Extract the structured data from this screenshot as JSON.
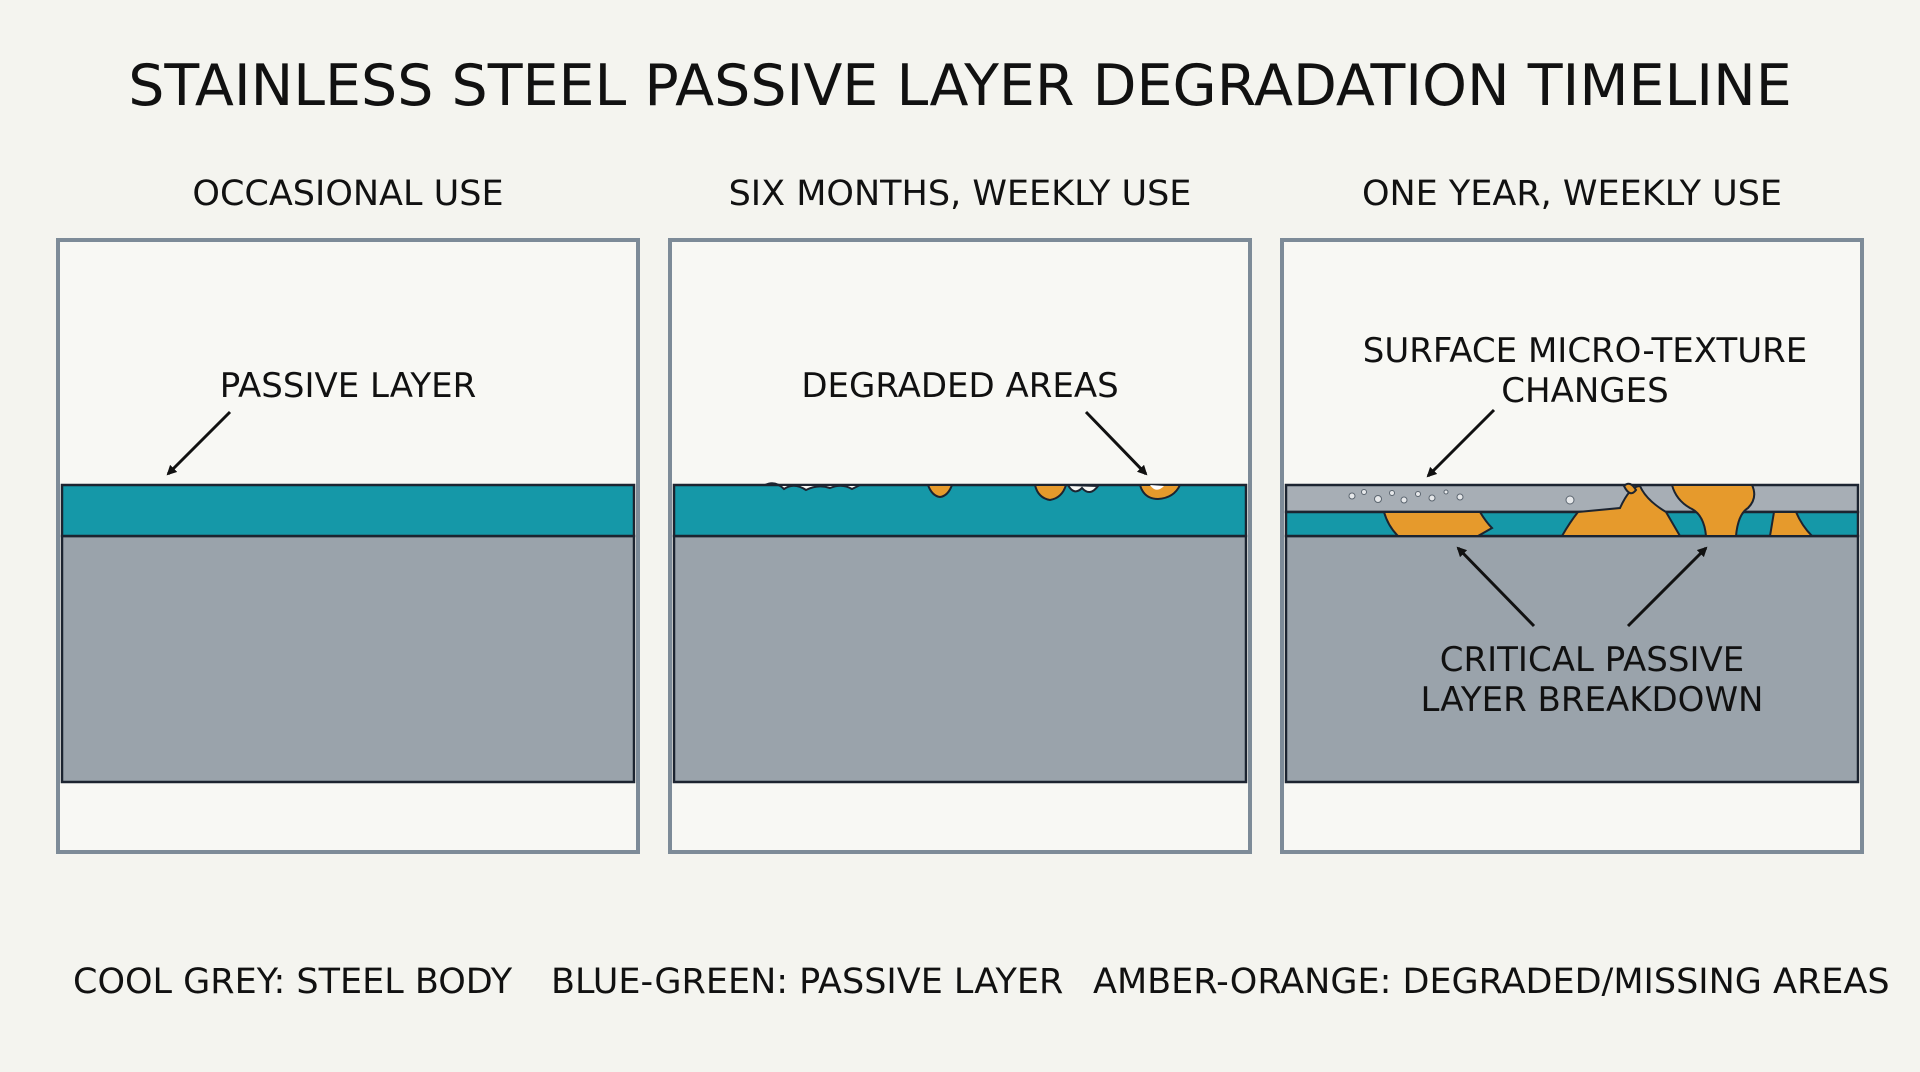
{
  "title": "STAINLESS STEEL PASSIVE LAYER DEGRADATION TIMELINE",
  "colors": {
    "background": "#f4f4ef",
    "panel_border": "#7d8b98",
    "steel_body": "#9aa3ab",
    "passive_layer": "#1598a8",
    "degraded": "#e69a2c",
    "outline": "#1c2430"
  },
  "panels": [
    {
      "title": "OCCASIONAL USE",
      "label": "PASSIVE LAYER"
    },
    {
      "title": "SIX MONTHS, WEEKLY USE",
      "label": "DEGRADED AREAS"
    },
    {
      "title": "ONE YEAR, WEEKLY USE",
      "label_top_line1": "SURFACE MICRO-TEXTURE",
      "label_top_line2": "CHANGES",
      "label_bottom_line1": "CRITICAL PASSIVE",
      "label_bottom_line2": "LAYER BREAKDOWN"
    }
  ],
  "legend": [
    {
      "text": "COOL GREY: STEEL BODY"
    },
    {
      "text": "BLUE-GREEN: PASSIVE LAYER"
    },
    {
      "text": "AMBER-ORANGE: DEGRADED/MISSING AREAS"
    }
  ]
}
